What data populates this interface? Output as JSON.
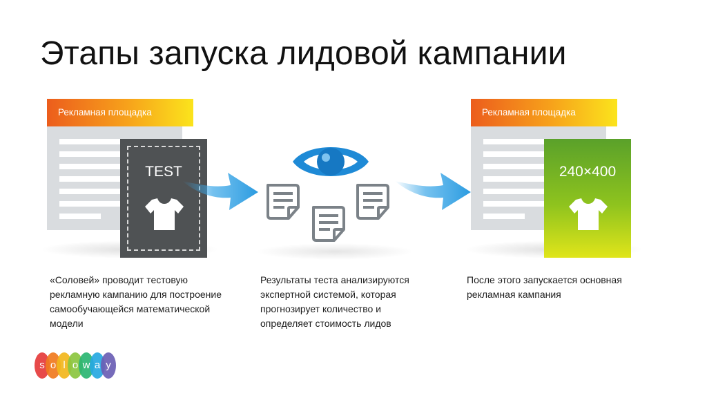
{
  "title": "Этапы запуска лидовой кампании",
  "platform_left": {
    "header": "Рекламная площадка",
    "banner_text": "TEST"
  },
  "platform_right": {
    "header": "Рекламная площадка",
    "banner_text": "240×400"
  },
  "captions": {
    "left": "«Соловей» проводит тестовую рекламную кампанию для построение самообучающейся математической модели",
    "middle": "Результаты теста анализируются экспертной системой, которая прогнозирует количество и определяет стоимость лидов",
    "right": "После этого запускается основная рекламная кампания"
  },
  "logo": {
    "letters": [
      "s",
      "o",
      "l",
      "o",
      "w",
      "a",
      "y"
    ],
    "colors": [
      "#e53b3b",
      "#f07a1f",
      "#f2b71d",
      "#8cc63f",
      "#2bb673",
      "#27a9e1",
      "#6b5fb5"
    ]
  },
  "icons": {
    "eye": "eye-icon",
    "document": "document-icon",
    "arrow": "arrow-icon",
    "shirt": "tshirt-icon"
  },
  "colors": {
    "header_orange": "#ec5d1c",
    "header_yellow": "#fbe41c",
    "test_banner": "#4f5254",
    "final_banner_green": "#5aa12a",
    "eye_blue": "#1e8ad6",
    "arrow_blue": "#3aa7e8"
  }
}
